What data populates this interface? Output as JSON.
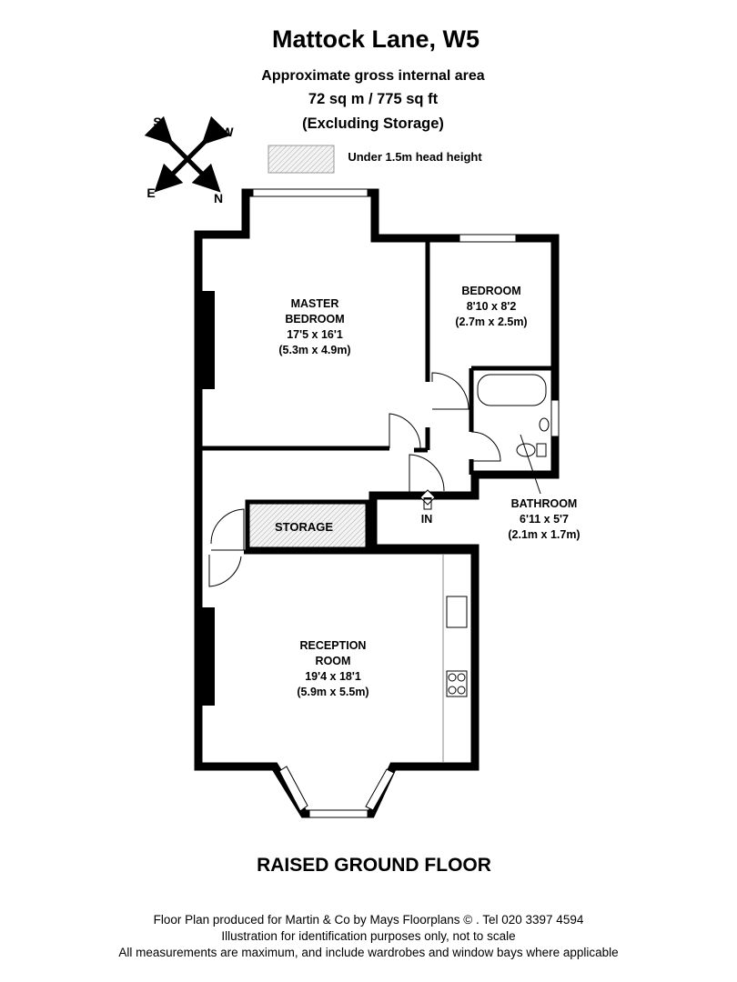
{
  "header": {
    "title": "Mattock Lane, W5",
    "area_label": "Approximate gross internal area",
    "area_value": "72 sq m  /  775 sq ft",
    "area_note": "(Excluding Storage)",
    "legend_label": "Under 1.5m head height"
  },
  "compass": {
    "s": "S",
    "w": "W",
    "e": "E",
    "n": "N"
  },
  "rooms": {
    "master": {
      "name1": "MASTER",
      "name2": "BEDROOM",
      "imperial": "17'5 x 16'1",
      "metric": "(5.3m x 4.9m)"
    },
    "bedroom": {
      "name": "BEDROOM",
      "imperial": "8'10 x 8'2",
      "metric": "(2.7m x 2.5m)"
    },
    "bathroom": {
      "name": "BATHROOM",
      "imperial": "6'11 x 5'7",
      "metric": "(2.1m x 1.7m)"
    },
    "storage": {
      "name": "STORAGE"
    },
    "reception": {
      "name1": "RECEPTION",
      "name2": "ROOM",
      "imperial": "19'4 x 18'1",
      "metric": "(5.9m x 5.5m)"
    },
    "entrance": "IN"
  },
  "floor_label": "RAISED GROUND FLOOR",
  "footer": [
    "Floor Plan produced for Martin & Co by Mays Floorplans  © . Tel 020 3397 4594",
    "Illustration for identification purposes only, not to scale",
    "All measurements are maximum, and include wardrobes and window bays where applicable"
  ]
}
